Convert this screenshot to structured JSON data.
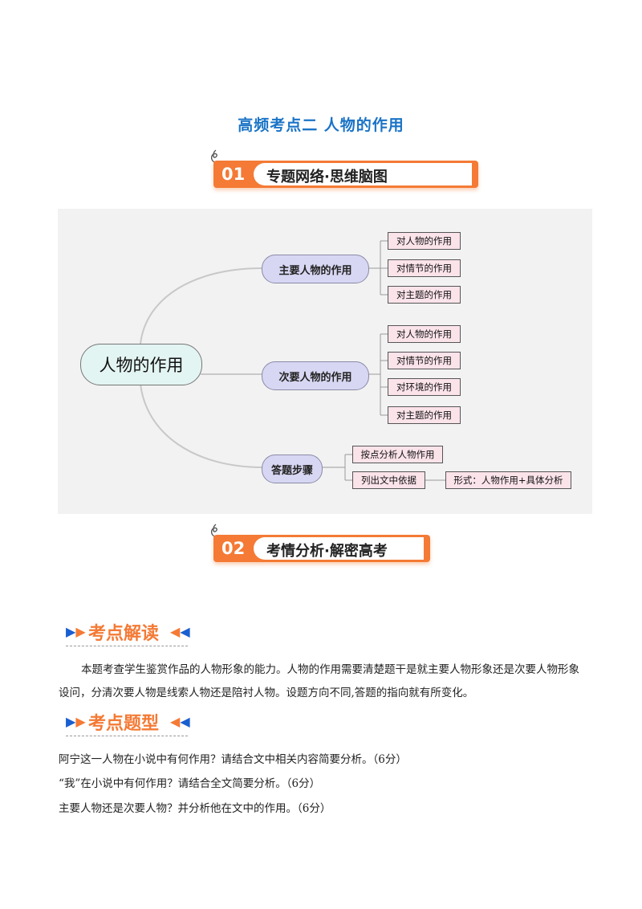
{
  "page_title": "高频考点二  人物的作用",
  "banner1": {
    "num": "01",
    "label": "专题网络·思维脑图"
  },
  "banner2": {
    "num": "02",
    "label": "考情分析·解密高考"
  },
  "mindmap": {
    "root": "人物的作用",
    "branches": [
      {
        "label": "主要人物的作用",
        "leaves": [
          "对人物的作用",
          "对情节的作用",
          "对主题的作用"
        ]
      },
      {
        "label": "次要人物的作用",
        "leaves": [
          "对人物的作用",
          "对情节的作用",
          "对环境的作用",
          "对主题的作用"
        ]
      },
      {
        "label": "答题步骤",
        "leaves": [
          "按点分析人物作用",
          "列出文中依据",
          "形式：人物作用+具体分析"
        ]
      }
    ]
  },
  "section1": {
    "title": "考点解读",
    "body": "本题考查学生鉴赏作品的人物形象的能力。人物的作用需要清楚题干是就主要人物形象还是次要人物形象设问，分清次要人物是线索人物还是陪衬人物。设题方向不同,答题的指向就有所变化。"
  },
  "section2": {
    "title": "考点题型",
    "questions": [
      "阿宁这一人物在小说中有何作用？请结合文中相关内容简要分析。（6分）",
      "“我”在小说中有何作用？请结合全文简要分析。（6分）",
      "主要人物还是次要人物？并分析他在文中的作用。（6分）"
    ]
  },
  "colors": {
    "accent_orange": "#f47a35",
    "title_blue": "#1a73c6",
    "arrow_blue": "#1a5fd0"
  }
}
